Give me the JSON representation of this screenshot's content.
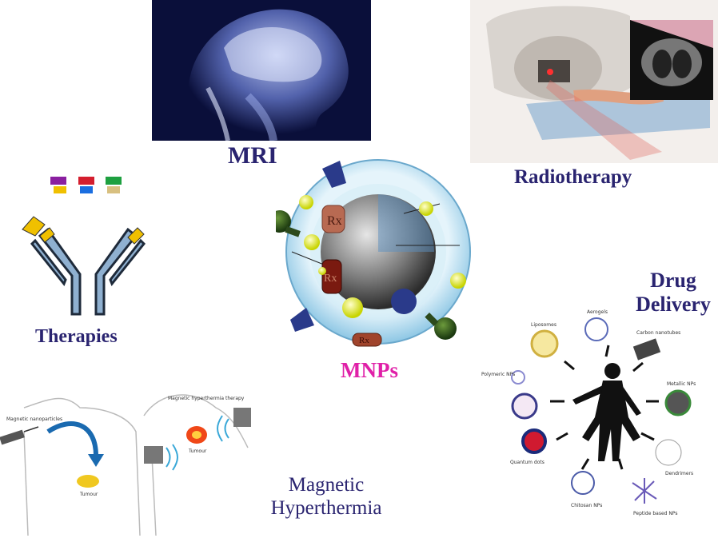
{
  "labels": {
    "mri": "MRI",
    "radiotherapy": "Radiotherapy",
    "therapies": "Therapies",
    "drug_delivery": [
      "Drug",
      "Delivery"
    ],
    "mnps": "MNPs",
    "magnetic_hyperthermia": [
      "Magnetic",
      "Hyperthermia"
    ]
  },
  "mnp": {
    "rx_tags": [
      "Rx",
      "Rx",
      "Rx"
    ]
  },
  "hyperthermia_panel": {
    "left_caption": "Magnetic nanoparticles",
    "left_tumor": "Tumour",
    "right_caption": "Magnetic hyperthermia therapy",
    "right_tumor": "Tumour"
  },
  "drug_delivery_items": [
    "Liposomes",
    "Aerogels",
    "Carbon nanotubes",
    "Metallic NPs",
    "Dendrimers",
    "Peptide based NPs",
    "Chitosan NPs",
    "Quantum dots",
    "Polymeric NPs"
  ],
  "colors": {
    "label": "#2a2470",
    "mnps_label": "#e020a8",
    "mri_background": "#0a0f3a",
    "shell": "#bfe3f5",
    "core": "#6e6e6e"
  }
}
